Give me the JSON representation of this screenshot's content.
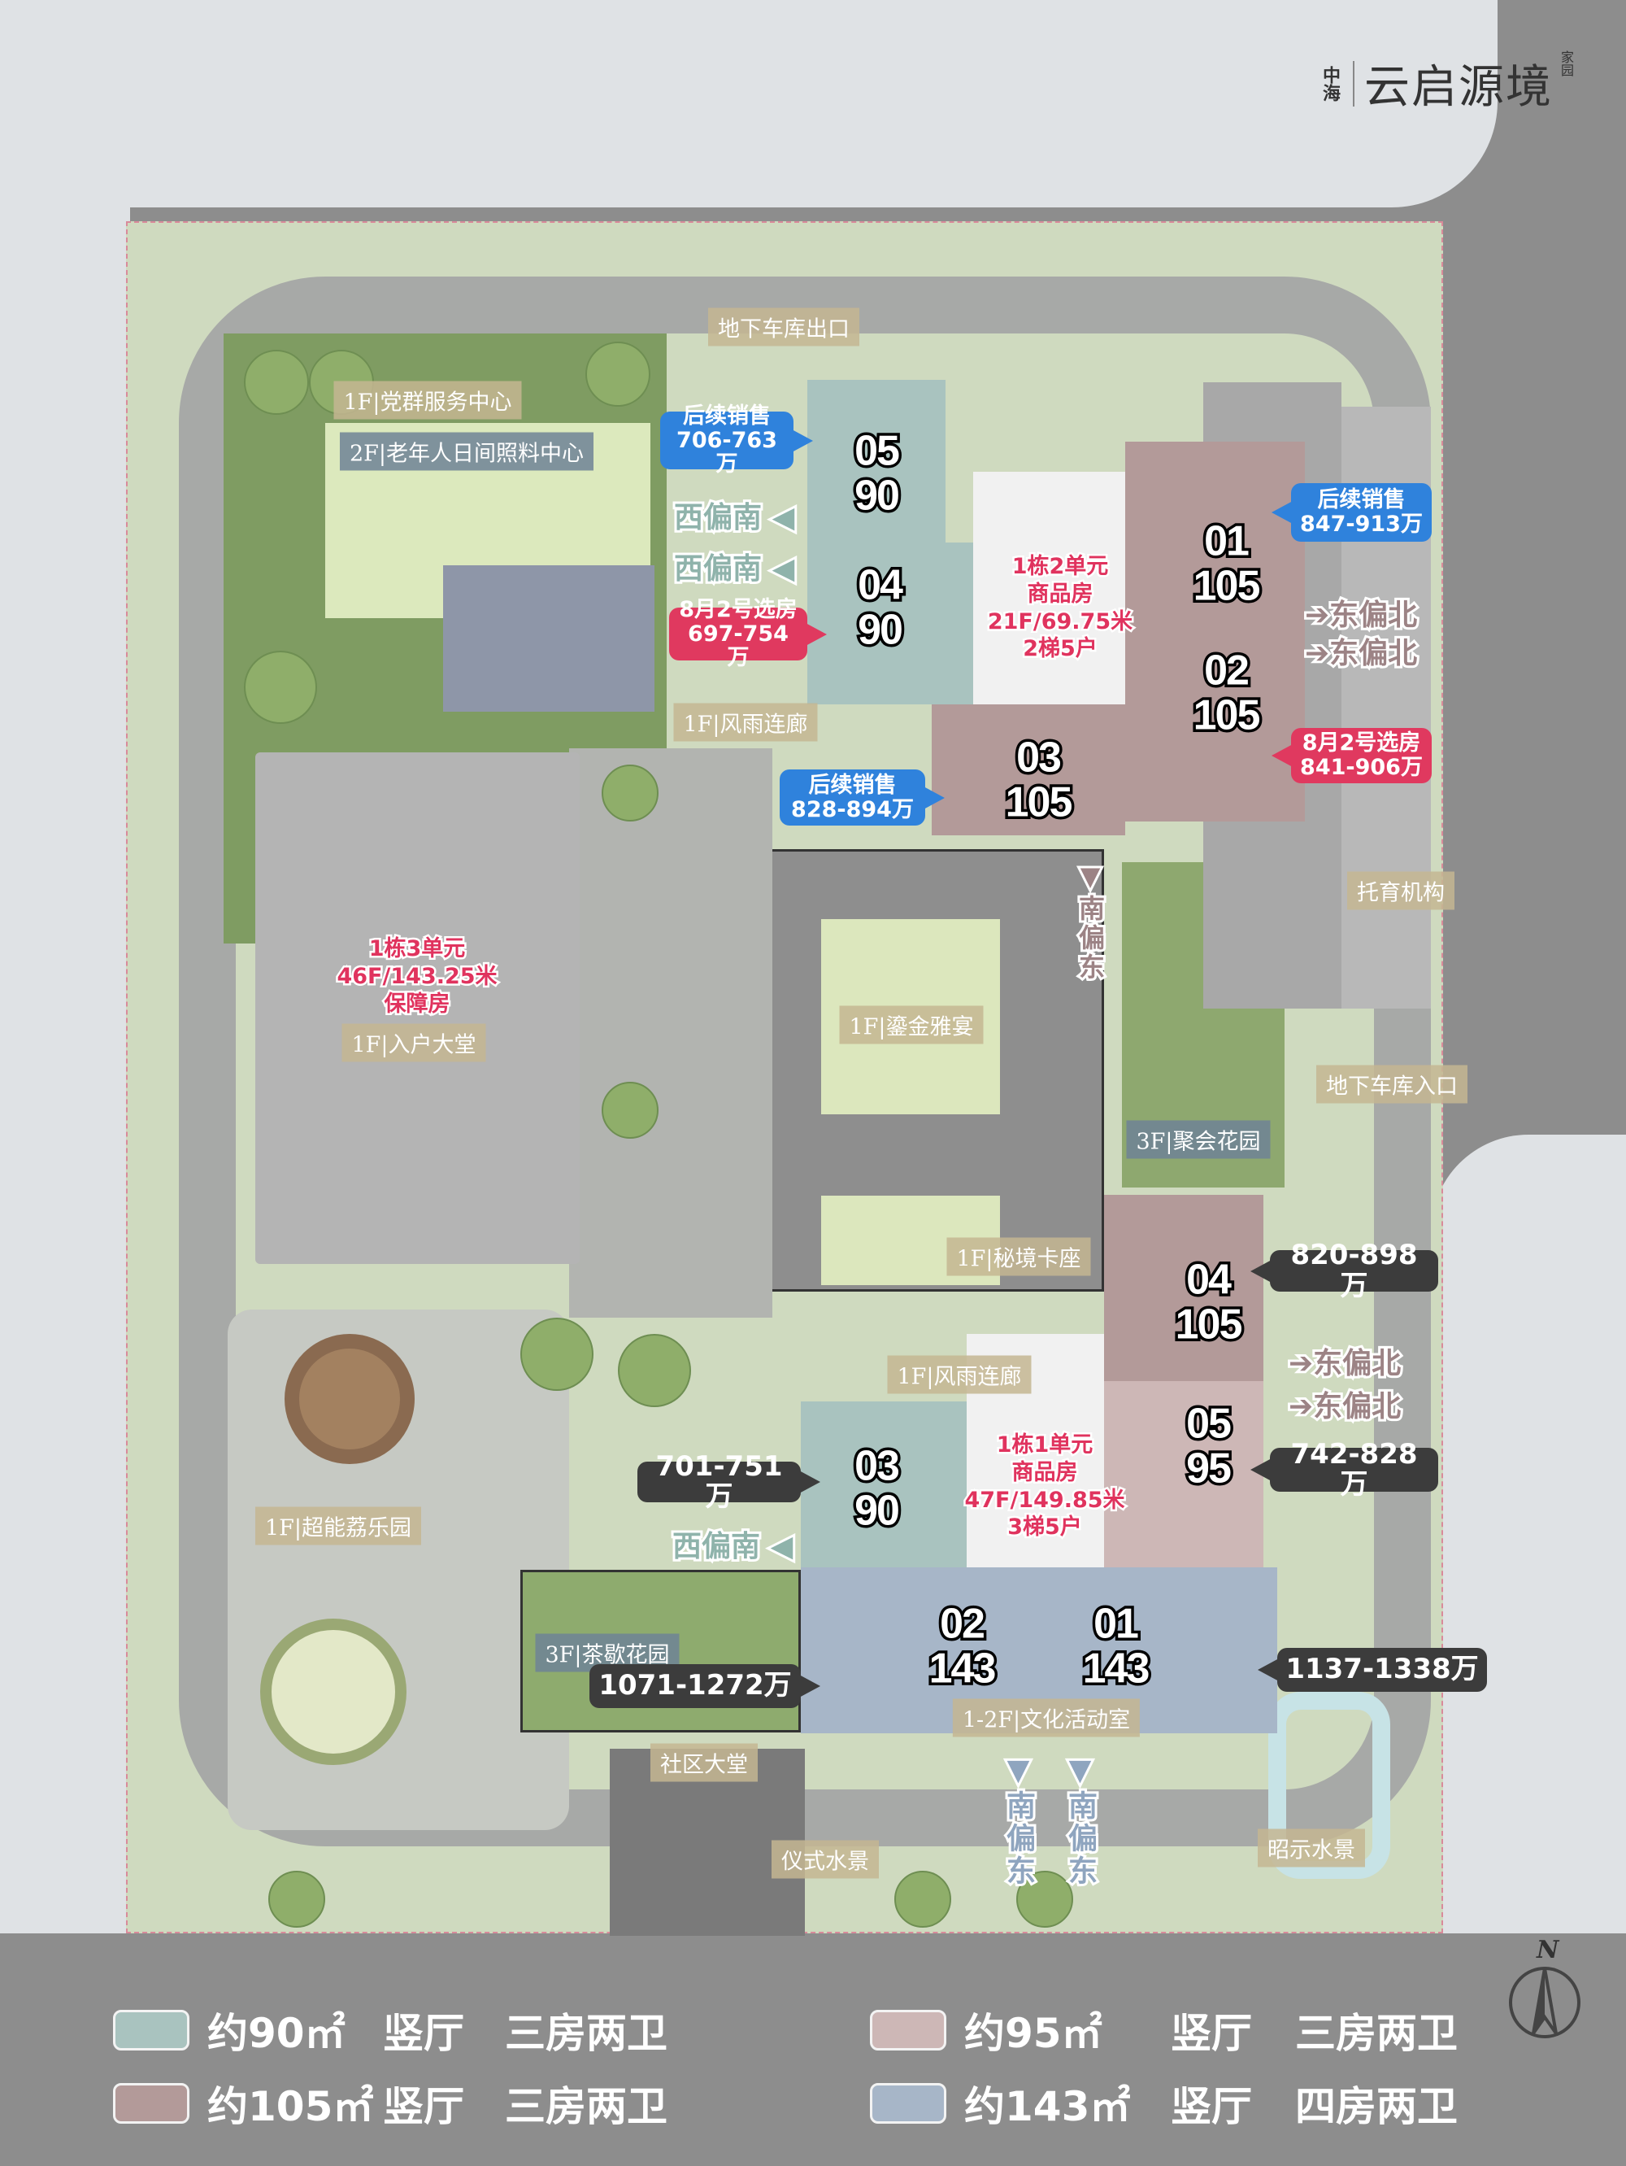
{
  "logo": {
    "brand_small": "中海",
    "project_name": "云启源境",
    "suffix_small": "家园"
  },
  "buildings": {
    "b2_info": [
      "1栋2单元",
      "商品房",
      "21F/69.75米",
      "2梯5户"
    ],
    "b3_info": [
      "1栋3单元",
      "46F/143.25米",
      "保障房"
    ],
    "b1_info": [
      "1栋1单元",
      "商品房",
      "47F/149.85米",
      "3梯5户"
    ]
  },
  "units": [
    {
      "no": "05",
      "area": "90"
    },
    {
      "no": "04",
      "area": "90"
    },
    {
      "no": "01",
      "area": "105"
    },
    {
      "no": "02",
      "area": "105"
    },
    {
      "no": "03",
      "area": "105"
    },
    {
      "no": "04",
      "area": "105"
    },
    {
      "no": "05",
      "area": "95"
    },
    {
      "no": "03",
      "area": "90"
    },
    {
      "no": "02",
      "area": "143"
    },
    {
      "no": "01",
      "area": "143"
    }
  ],
  "callouts": [
    {
      "status": "后续销售",
      "price": "706-763万"
    },
    {
      "status": "8月2号选房",
      "price": "697-754万"
    },
    {
      "status": "后续销售",
      "price": "828-894万"
    },
    {
      "status": "后续销售",
      "price": "847-913万"
    },
    {
      "status": "8月2号选房",
      "price": "841-906万"
    },
    {
      "price": "820-898万"
    },
    {
      "price": "742-828万"
    },
    {
      "price": "701-751万"
    },
    {
      "price": "1071-1272万"
    },
    {
      "price": "1137-1338万"
    }
  ],
  "orientations": {
    "west_south": "西偏南",
    "east_north": "东偏北",
    "south_east": "南偏东"
  },
  "facilities": [
    "地下车库出口",
    "1F|党群服务中心",
    "2F|老年人日间照料中心",
    "1F|风雨连廊",
    "1F|入户大堂",
    "托育机构",
    "地下车库入口",
    "3F|聚会花园",
    "1F|鎏金雅宴",
    "1F|秘境卡座",
    "1F|风雨连廊",
    "1F|超能荔乐园",
    "3F|茶歇花园",
    "1-2F|文化活动室",
    "社区大堂",
    "仪式水景",
    "昭示水景"
  ],
  "legend": [
    {
      "area": "约90㎡",
      "hall": "竖厅",
      "layout": "三房两卫",
      "color": "#a9c3bf"
    },
    {
      "area": "约95㎡",
      "hall": "竖厅",
      "layout": "三房两卫",
      "color": "#cdb7b6"
    },
    {
      "area": "约105㎡",
      "hall": "竖厅",
      "layout": "三房两卫",
      "color": "#b39a99"
    },
    {
      "area": "约143㎡",
      "hall": "竖厅",
      "layout": "四房两卫",
      "color": "#a7b6c8"
    }
  ],
  "compass": {
    "label": "N"
  }
}
